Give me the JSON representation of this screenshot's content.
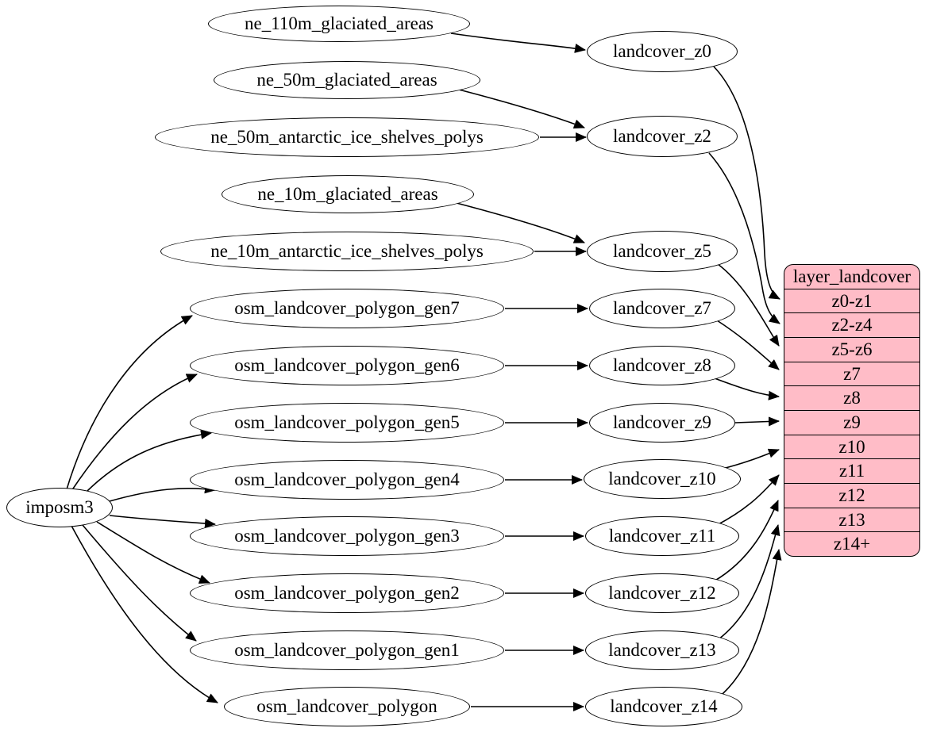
{
  "diagram": {
    "importer": "imposm3",
    "sources": [
      "ne_110m_glaciated_areas",
      "ne_50m_glaciated_areas",
      "ne_50m_antarctic_ice_shelves_polys",
      "ne_10m_glaciated_areas",
      "ne_10m_antarctic_ice_shelves_polys",
      "osm_landcover_polygon_gen7",
      "osm_landcover_polygon_gen6",
      "osm_landcover_polygon_gen5",
      "osm_landcover_polygon_gen4",
      "osm_landcover_polygon_gen3",
      "osm_landcover_polygon_gen2",
      "osm_landcover_polygon_gen1",
      "osm_landcover_polygon"
    ],
    "generalized_tables": [
      "landcover_z0",
      "landcover_z2",
      "landcover_z5",
      "landcover_z7",
      "landcover_z8",
      "landcover_z9",
      "landcover_z10",
      "landcover_z11",
      "landcover_z12",
      "landcover_z13",
      "landcover_z14"
    ],
    "layer_table": {
      "title": "layer_landcover",
      "rows": [
        "z0-z1",
        "z2-z4",
        "z5-z6",
        "z7",
        "z8",
        "z9",
        "z10",
        "z11",
        "z12",
        "z13",
        "z14+"
      ]
    },
    "colors": {
      "table_fill": "#ffbcc7",
      "node_fill": "#ffffff",
      "stroke": "#000000"
    }
  }
}
